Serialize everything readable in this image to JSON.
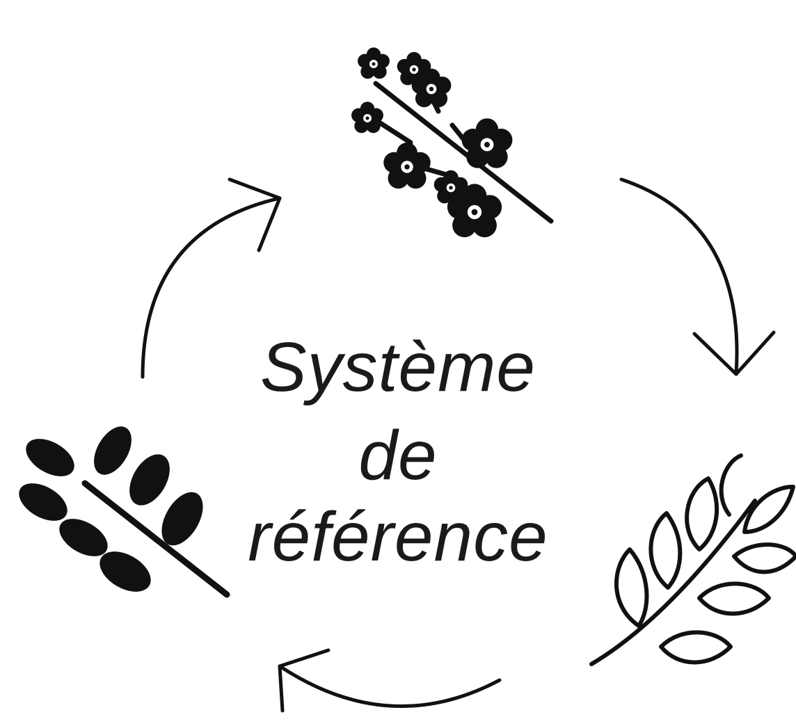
{
  "center_label": {
    "line1": "Système",
    "line2": "de",
    "line3": "référence"
  },
  "colors": {
    "ink": "#111111",
    "background": "#ffffff"
  },
  "icons": [
    {
      "name": "flowering-branch-icon",
      "style": "filled"
    },
    {
      "name": "wheat-outline-icon",
      "style": "outline"
    },
    {
      "name": "leafy-branch-icon",
      "style": "filled"
    }
  ],
  "cycle_direction": "clockwise"
}
